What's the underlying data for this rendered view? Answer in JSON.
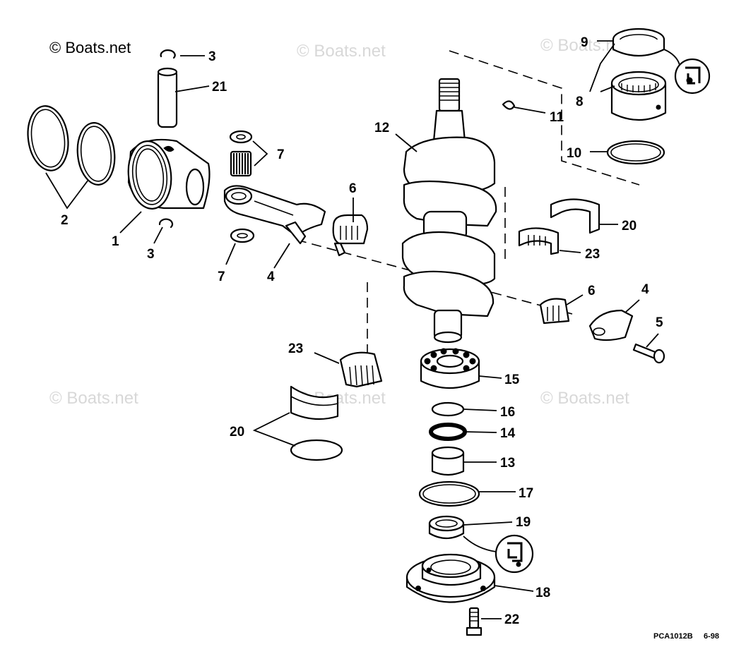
{
  "watermark": {
    "main": "© Boats.net",
    "repeat": "© Boats.net"
  },
  "callouts": {
    "c1": "1",
    "c2": "2",
    "c3a": "3",
    "c3b": "3",
    "c4a": "4",
    "c4b": "4",
    "c5": "5",
    "c6a": "6",
    "c6b": "6",
    "c7a": "7",
    "c7b": "7",
    "c8": "8",
    "c9": "9",
    "c10": "10",
    "c11": "11",
    "c12": "12",
    "c13": "13",
    "c14": "14",
    "c15": "15",
    "c16": "16",
    "c17": "17",
    "c18": "18",
    "c19": "19",
    "c20a": "20",
    "c20b": "20",
    "c21": "21",
    "c22": "22",
    "c23a": "23",
    "c23b": "23"
  },
  "footer": {
    "code": "PCA1012B",
    "date": "6-98"
  },
  "icons": [
    "lubricant-icon",
    "sealer-icon"
  ]
}
